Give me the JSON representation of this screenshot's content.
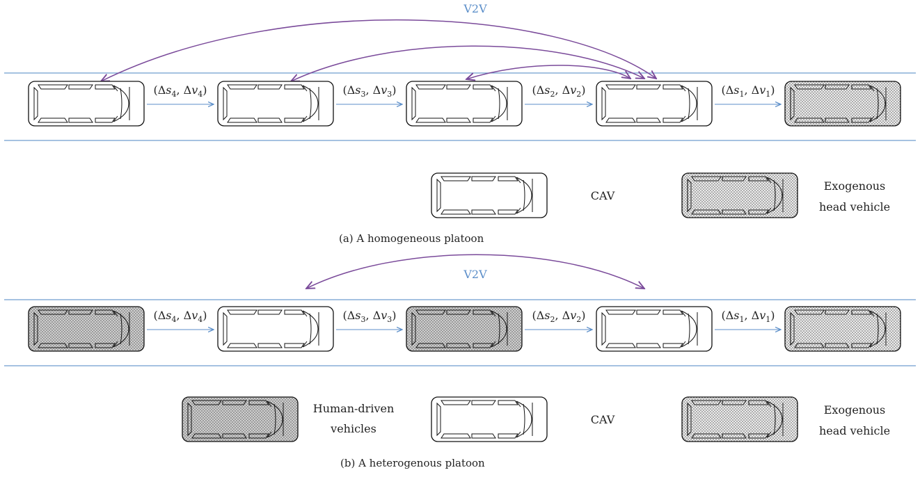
{
  "panel_a": {
    "v2v_label": "V2V",
    "vehicles": [
      "cav",
      "cav",
      "cav",
      "cav",
      "head"
    ],
    "gaps": [
      {
        "sym": "s",
        "sub": "4",
        "vsub": "4"
      },
      {
        "sym": "s",
        "sub": "3",
        "vsub": "3"
      },
      {
        "sym": "s",
        "sub": "2",
        "vsub": "2"
      },
      {
        "sym": "s",
        "sub": "1",
        "vsub": "1"
      }
    ],
    "legend": {
      "cav_label": "CAV",
      "head_label_line1": "Exogenous",
      "head_label_line2": "head vehicle"
    },
    "caption": "(a)  A homogeneous platoon"
  },
  "panel_b": {
    "v2v_label": "V2V",
    "vehicles": [
      "human",
      "cav",
      "human",
      "cav",
      "head"
    ],
    "gaps": [
      {
        "sym": "s",
        "sub": "4",
        "vsub": "4"
      },
      {
        "sym": "s",
        "sub": "3",
        "vsub": "3"
      },
      {
        "sym": "s",
        "sub": "2",
        "vsub": "2"
      },
      {
        "sym": "s",
        "sub": "1",
        "vsub": "1"
      }
    ],
    "legend": {
      "human_label_line1": "Human-driven",
      "human_label_line2": "vehicles",
      "cav_label": "CAV",
      "head_label_line1": "Exogenous",
      "head_label_line2": "head vehicle"
    },
    "caption": "(b)  A heterogenous platoon"
  },
  "colors": {
    "lane": "#6f9dcf",
    "flow_arrow": "#5b8ec9",
    "v2v_arc": "#7a4a9a",
    "v2v_text": "#5b8ec9",
    "vehicle_fill_human": "#d9d9d9",
    "vehicle_fill_head": "#ebebeb",
    "vehicle_fill_cav": "#ffffff"
  }
}
